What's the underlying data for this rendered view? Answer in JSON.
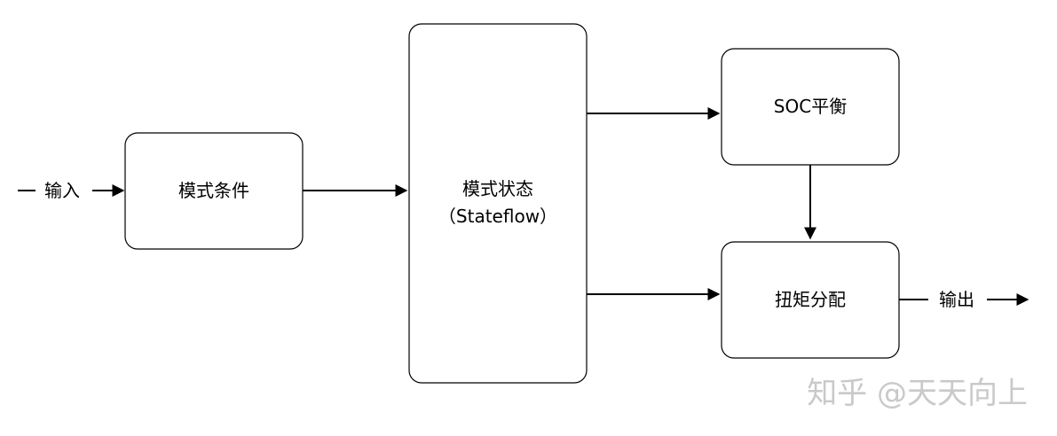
{
  "diagram": {
    "input_label": "输入",
    "output_label": "输出",
    "mode_condition": "模式条件",
    "mode_state_line1": "模式状态",
    "mode_state_line2": "（Stateflow）",
    "soc_balance": "SOC平衡",
    "torque_distribution": "扭矩分配"
  },
  "watermark": "知乎 @天天向上",
  "colors": {
    "stroke": "#000000",
    "watermark": "#c9c9c9"
  }
}
